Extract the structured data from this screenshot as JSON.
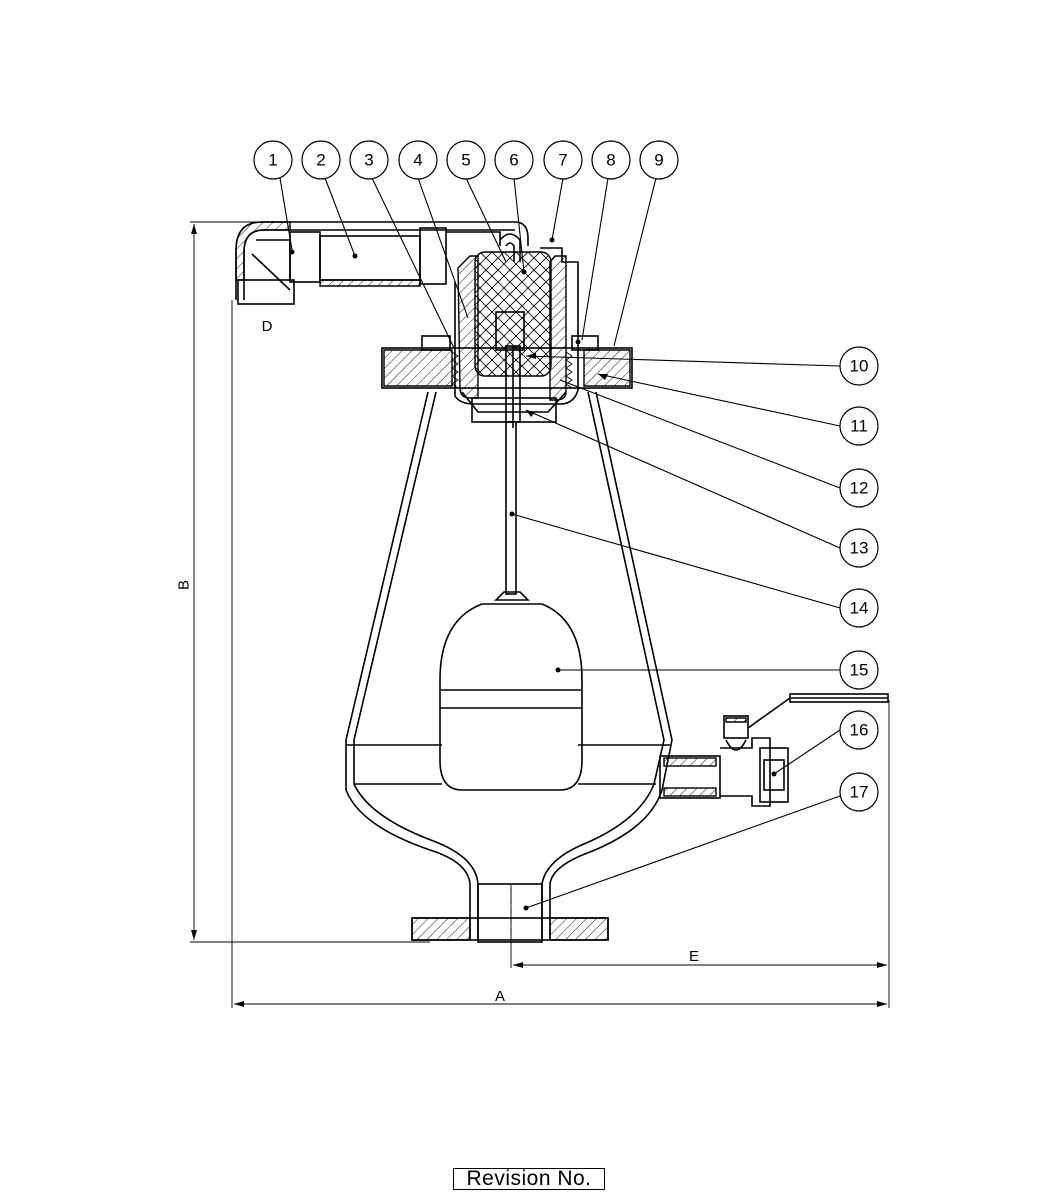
{
  "part_numbers": [
    "1",
    "2",
    "3",
    "4",
    "5",
    "6",
    "7",
    "8",
    "9",
    "10",
    "11",
    "12",
    "13",
    "14",
    "15",
    "16",
    "17"
  ],
  "dimensions": {
    "a": "A",
    "b": "B",
    "d": "D",
    "e": "E"
  },
  "footer": {
    "revision_label": "Revision No."
  }
}
